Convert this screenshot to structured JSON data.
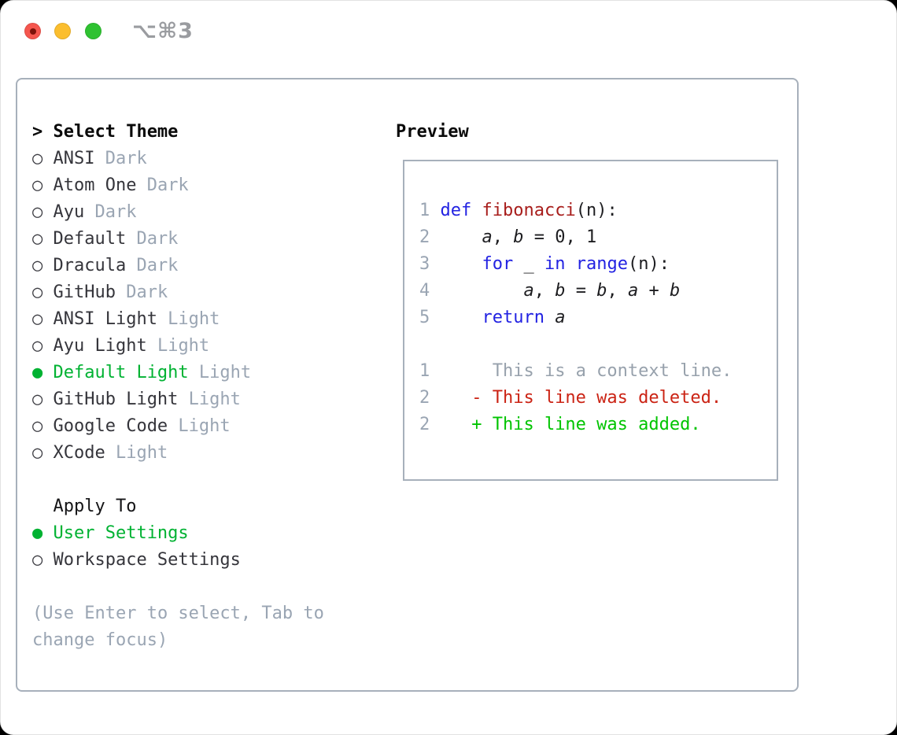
{
  "window": {
    "title": "⌥⌘3"
  },
  "colors": {
    "selection_green": "#00b232",
    "diff_added_green": "#00c400",
    "diff_removed_red": "#cb2314",
    "keyword_blue": "#2222e2",
    "function_red": "#a81e1c",
    "muted_gray": "#9aa5b3",
    "text_dark": "#333338",
    "border_gray": "#a7b0bb",
    "traffic_red": "#f5564e",
    "traffic_yellow": "#fbbe2e",
    "traffic_green": "#2fc231"
  },
  "glyphs": {
    "radio_off": "○",
    "radio_on": "●",
    "cursor": ">"
  },
  "left": {
    "header_prefix": ">",
    "header_label": "Select Theme",
    "themes": [
      {
        "id": "ansi-dark",
        "name": "ANSI",
        "variant": "Dark",
        "selected": false
      },
      {
        "id": "atom-one-dark",
        "name": "Atom One",
        "variant": "Dark",
        "selected": false
      },
      {
        "id": "ayu-dark",
        "name": "Ayu",
        "variant": "Dark",
        "selected": false
      },
      {
        "id": "default-dark",
        "name": "Default",
        "variant": "Dark",
        "selected": false
      },
      {
        "id": "dracula-dark",
        "name": "Dracula",
        "variant": "Dark",
        "selected": false
      },
      {
        "id": "github-dark",
        "name": "GitHub",
        "variant": "Dark",
        "selected": false
      },
      {
        "id": "ansi-light",
        "name": "ANSI Light",
        "variant": "Light",
        "selected": false
      },
      {
        "id": "ayu-light",
        "name": "Ayu Light",
        "variant": "Light",
        "selected": false
      },
      {
        "id": "default-light",
        "name": "Default Light",
        "variant": "Light",
        "selected": true
      },
      {
        "id": "github-light",
        "name": "GitHub Light",
        "variant": "Light",
        "selected": false
      },
      {
        "id": "google-code",
        "name": "Google Code",
        "variant": "Light",
        "selected": false
      },
      {
        "id": "xcode",
        "name": "XCode",
        "variant": "Light",
        "selected": false
      }
    ],
    "apply_to": {
      "label": "Apply To",
      "options": [
        {
          "id": "user-settings",
          "name": "User Settings",
          "selected": true
        },
        {
          "id": "workspace-settings",
          "name": "Workspace Settings",
          "selected": false
        }
      ]
    },
    "hint": "(Use Enter to select, Tab to change focus)"
  },
  "preview": {
    "label": "Preview",
    "code_lines": [
      [
        {
          "t": "1 ",
          "c": "ln"
        },
        {
          "t": "def",
          "c": "kw"
        },
        {
          "t": " ",
          "c": "tx"
        },
        {
          "t": "fibonacci",
          "c": "fn"
        },
        {
          "t": "(n):",
          "c": "tx"
        }
      ],
      [
        {
          "t": "2 ",
          "c": "ln"
        },
        {
          "t": "    ",
          "c": "tx"
        },
        {
          "t": "a",
          "c": "var"
        },
        {
          "t": ", ",
          "c": "tx"
        },
        {
          "t": "b",
          "c": "var"
        },
        {
          "t": " = 0, 1",
          "c": "tx"
        }
      ],
      [
        {
          "t": "3 ",
          "c": "ln"
        },
        {
          "t": "    ",
          "c": "tx"
        },
        {
          "t": "for",
          "c": "kw"
        },
        {
          "t": " _ ",
          "c": "tx"
        },
        {
          "t": "in",
          "c": "kw"
        },
        {
          "t": " ",
          "c": "tx"
        },
        {
          "t": "range",
          "c": "kw"
        },
        {
          "t": "(n):",
          "c": "tx"
        }
      ],
      [
        {
          "t": "4 ",
          "c": "ln"
        },
        {
          "t": "        ",
          "c": "tx"
        },
        {
          "t": "a",
          "c": "var"
        },
        {
          "t": ", ",
          "c": "tx"
        },
        {
          "t": "b",
          "c": "var"
        },
        {
          "t": " = ",
          "c": "tx"
        },
        {
          "t": "b",
          "c": "var"
        },
        {
          "t": ", ",
          "c": "tx"
        },
        {
          "t": "a",
          "c": "var"
        },
        {
          "t": " + ",
          "c": "tx"
        },
        {
          "t": "b",
          "c": "var"
        }
      ],
      [
        {
          "t": "5 ",
          "c": "ln"
        },
        {
          "t": "    ",
          "c": "tx"
        },
        {
          "t": "return",
          "c": "kw"
        },
        {
          "t": " ",
          "c": "tx"
        },
        {
          "t": "a",
          "c": "var"
        }
      ]
    ],
    "diff_lines": [
      [
        {
          "t": "1",
          "c": "ln"
        },
        {
          "t": "      This is a context line.",
          "c": "ctx"
        }
      ],
      [
        {
          "t": "2",
          "c": "ln"
        },
        {
          "t": "    - This line was deleted.",
          "c": "del"
        }
      ],
      [
        {
          "t": "2",
          "c": "ln"
        },
        {
          "t": "    + This line was added.",
          "c": "add"
        }
      ]
    ]
  }
}
